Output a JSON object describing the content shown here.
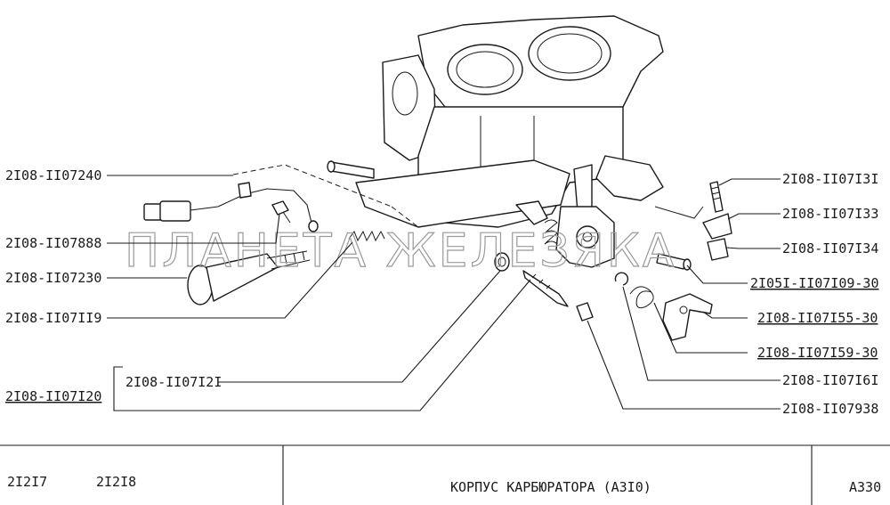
{
  "callouts_left": {
    "l1": "2I08-II07240",
    "l2": "2I08-II07888",
    "l3": "2I08-II07230",
    "l4": "2I08-II07II9",
    "group": "2I08-II07I20",
    "l5": "2I08-II07I2I"
  },
  "callouts_right": {
    "r1": "2I08-II07I3I",
    "r2": "2I08-II07I33",
    "r3": "2I08-II07I34",
    "r4": "2I05I-II07I09-30",
    "r5": "2I08-II07I55-30",
    "r6": "2I08-II07I59-30",
    "r7": "2I08-II07I6I",
    "r8": "2I08-II07938"
  },
  "watermark": "ПЛАНЕТА ЖЕЛЕЗЯКА",
  "footer": {
    "model1": "2I2I7",
    "model2": "2I2I8",
    "title": "КОРПУС  КАРБЮРАТОРА (A3I0)",
    "code": "A330"
  }
}
